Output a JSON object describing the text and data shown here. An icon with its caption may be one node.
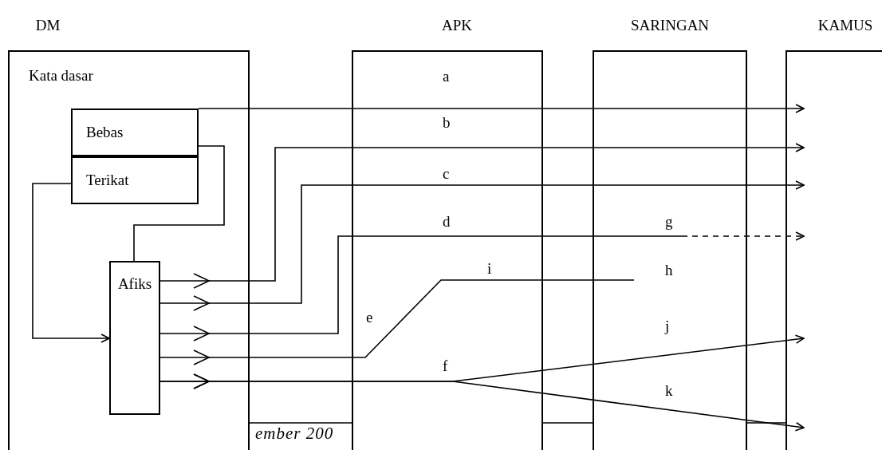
{
  "diagram": {
    "nodes": [
      {
        "text": [
          "DM",
          "Kata dasar"
        ]
      },
      {
        "text": [
          "Bebas"
        ],
        "in": 0
      },
      {
        "text": [
          "Terikat"
        ],
        "in": 0
      },
      {
        "text": [
          "Afiks"
        ],
        "in": 0
      },
      {
        "text": [
          "APK"
        ]
      },
      {
        "text": [
          "SARINGAN"
        ]
      },
      {
        "text": [
          "KAMUS"
        ]
      }
    ],
    "edges": [
      {
        "from": 1,
        "to": 6,
        "arrow": "to",
        "label": "a"
      },
      {
        "from": 1,
        "to": 3,
        "arrow": "none"
      },
      {
        "from": 2,
        "to": 3,
        "arrow": "to"
      },
      {
        "from": 3,
        "to": 6,
        "arrow": "to",
        "label": "b"
      },
      {
        "from": 3,
        "to": 6,
        "arrow": "to",
        "label": "c"
      },
      {
        "from": 3,
        "to": 5,
        "arrow": "to",
        "label": "d"
      },
      {
        "from": 5,
        "to": 6,
        "arrow": "to",
        "label": "g",
        "style": "dashed"
      },
      {
        "from": 3,
        "to": 5,
        "arrow": "to",
        "label": "e"
      },
      {
        "from": 3,
        "to": 6,
        "arrow": "to",
        "label": "j"
      },
      {
        "from": 3,
        "to": 6,
        "arrow": "to",
        "label": "k"
      }
    ],
    "labels": [
      "i",
      "h",
      "f",
      "ember 200"
    ]
  }
}
